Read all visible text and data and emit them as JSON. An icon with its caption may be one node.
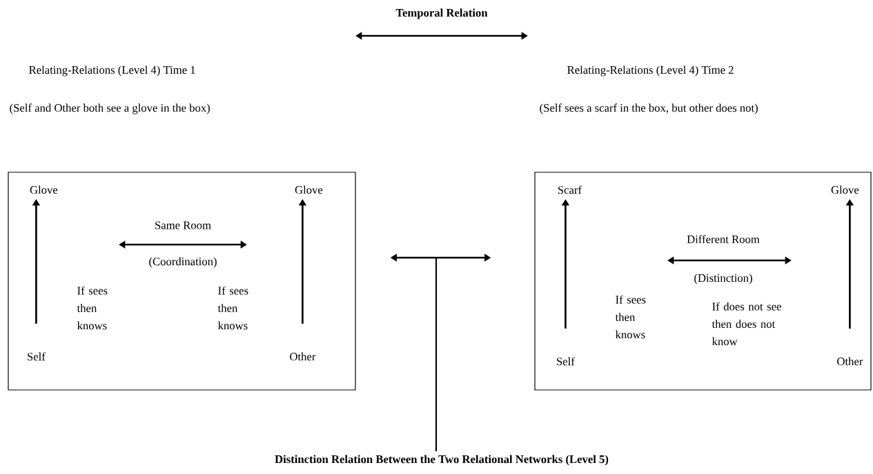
{
  "diagram": {
    "nodes": [
      {
        "text": [],
        "shape": "box"
      },
      {
        "text": [],
        "shape": "box"
      },
      {
        "text": [
          "Glove"
        ],
        "in": 0
      },
      {
        "text": [
          "Self"
        ],
        "in": 0
      },
      {
        "text": [
          "Glove"
        ],
        "in": 0
      },
      {
        "text": [
          "Other"
        ],
        "in": 0
      },
      {
        "text": [
          "Scarf"
        ],
        "in": 1
      },
      {
        "text": [
          "Self"
        ],
        "in": 1
      },
      {
        "text": [
          "Glove"
        ],
        "in": 1
      },
      {
        "text": [
          "Other"
        ],
        "in": 1
      }
    ],
    "edges": [
      {
        "from": 0,
        "to": 1,
        "arrow": "both"
      },
      {
        "from": 3,
        "to": 2,
        "arrow": "to"
      },
      {
        "from": 5,
        "to": 4,
        "arrow": "to"
      },
      {
        "from": 7,
        "to": 6,
        "arrow": "to"
      },
      {
        "from": 9,
        "to": 8,
        "arrow": "to"
      }
    ],
    "labels": [
      "Temporal Relation",
      "Relating-Relations (Level 4) Time 1",
      "Relating-Relations (Level 4) Time 2",
      "(Self and Other both see a glove in the box)",
      "(Self sees a scarf in the box, but other does not)",
      "Same Room",
      "(Coordination)",
      "If sees then knows",
      "If sees then knows",
      "Different Room",
      "(Distinction)",
      "If sees then knows",
      "If does not see then does not know",
      "Distinction Relation Between the Two Relational Networks (Level 5)"
    ]
  }
}
